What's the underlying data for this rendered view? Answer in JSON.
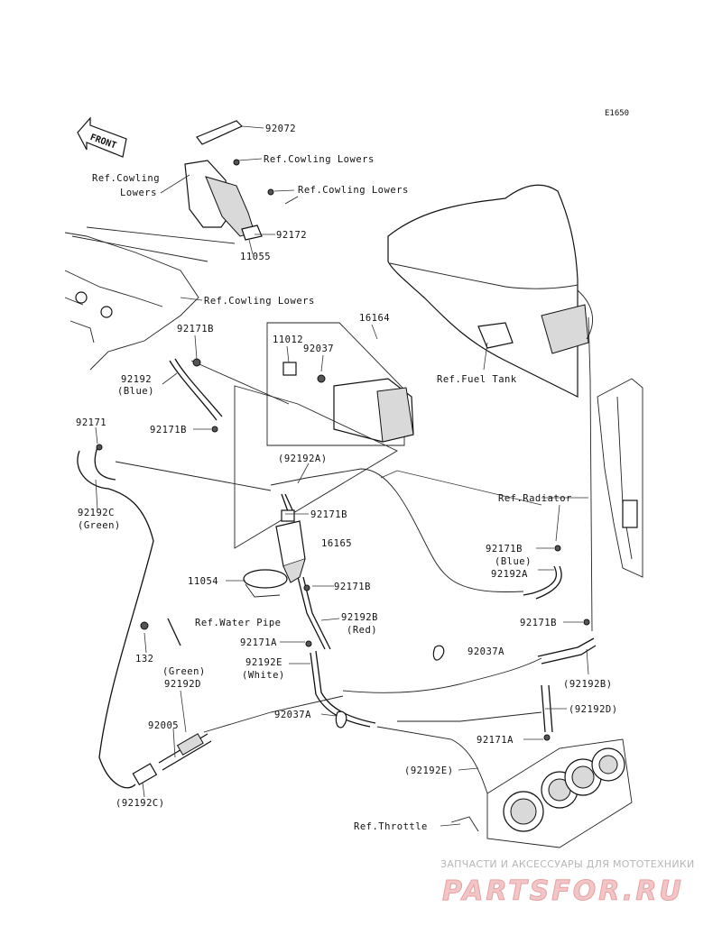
{
  "diagram_code": "E1650",
  "front_arrow": "FRONT",
  "labels": {
    "p92072": "92072",
    "ref_cowling_1": "Ref.Cowling Lowers",
    "ref_cowling_left_1": "Ref.Cowling",
    "ref_cowling_left_2": "Lowers",
    "ref_cowling_2": "Ref.Cowling Lowers",
    "p92172": "92172",
    "p11055": "11055",
    "ref_cowling_3": "Ref.Cowling Lowers",
    "p16164": "16164",
    "p11012": "11012",
    "p92037": "92037",
    "p92171B_a": "92171B",
    "p92192_blue": "92192",
    "blue_a": "(Blue)",
    "p92171B_b": "92171B",
    "ref_fuel_tank": "Ref.Fuel Tank",
    "p92171": "92171",
    "p92192A_paren": "(92192A)",
    "p92192C": "92192C",
    "green_a": "(Green)",
    "ref_radiator": "Ref.Radiator",
    "p92171B_c": "92171B",
    "p16165": "16165",
    "p92171B_d": "92171B",
    "blue_b": "(Blue)",
    "p92192A": "92192A",
    "p11054": "11054",
    "p92171B_e": "92171B",
    "ref_water_pipe": "Ref.Water Pipe",
    "p92192B": "92192B",
    "red": "(Red)",
    "p92171B_f": "92171B",
    "p132": "132",
    "p92171A_a": "92171A",
    "p92037A_a": "92037A",
    "p92192E": "92192E",
    "white": "(White)",
    "p92192B_paren": "(92192B)",
    "green_b": "(Green)",
    "p92192D": "92192D",
    "p92037A_b": "92037A",
    "p92192D_paren": "(92192D)",
    "p92005": "92005",
    "p92171A_b": "92171A",
    "p92192E_paren": "(92192E)",
    "p92192C_paren": "(92192C)",
    "ref_throttle": "Ref.Throttle"
  },
  "watermark": {
    "subtitle": "ЗАПЧАСТИ И АКСЕССУАРЫ ДЛЯ МОТОТЕХНИКИ",
    "brand": "PARTSFOR.RU"
  }
}
